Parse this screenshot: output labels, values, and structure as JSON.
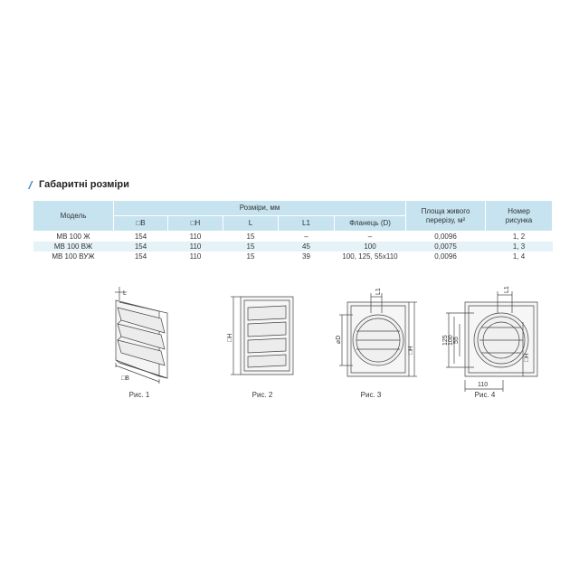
{
  "section": {
    "title": "Габаритні розміри"
  },
  "table": {
    "header": {
      "model": "Модель",
      "sizes_group": "Розміри, мм",
      "columns": [
        "□B",
        "□H",
        "L",
        "L1",
        "Фланець (D)"
      ],
      "area_line1": "Площа живого",
      "area_line2": "перерізу, м²",
      "fig_line1": "Номер",
      "fig_line2": "рисунка"
    },
    "rows": [
      {
        "model": "МВ 100 Ж",
        "b": "154",
        "h": "110",
        "l": "15",
        "l1": "–",
        "flange": "–",
        "area": "0,0096",
        "fig": "1, 2"
      },
      {
        "model": "МВ 100 ВЖ",
        "b": "154",
        "h": "110",
        "l": "15",
        "l1": "45",
        "flange": "100",
        "area": "0,0075",
        "fig": "1, 3"
      },
      {
        "model": "МВ 100 ВУЖ",
        "b": "154",
        "h": "110",
        "l": "15",
        "l1": "39",
        "flange": "100, 125, 55x110",
        "area": "0,0096",
        "fig": "1, 4"
      }
    ]
  },
  "figures": {
    "captions": [
      "Рис. 1",
      "Рис. 2",
      "Рис. 3",
      "Рис. 4"
    ],
    "fig1": {
      "label_l": "L",
      "label_b": "□B"
    },
    "fig2": {
      "label_h": "□H"
    },
    "fig3": {
      "label_l1": "L1",
      "label_d": "⌀D",
      "label_h": "□H"
    },
    "fig4": {
      "label_l1": "L1",
      "label_125": "125",
      "label_100": "100",
      "label_55": "55",
      "label_h": "□H",
      "label_110": "110"
    }
  },
  "colors": {
    "accent": "#3a86c8",
    "header_bg": "#c6e3ef",
    "stripe_bg": "#e5f2f7"
  }
}
